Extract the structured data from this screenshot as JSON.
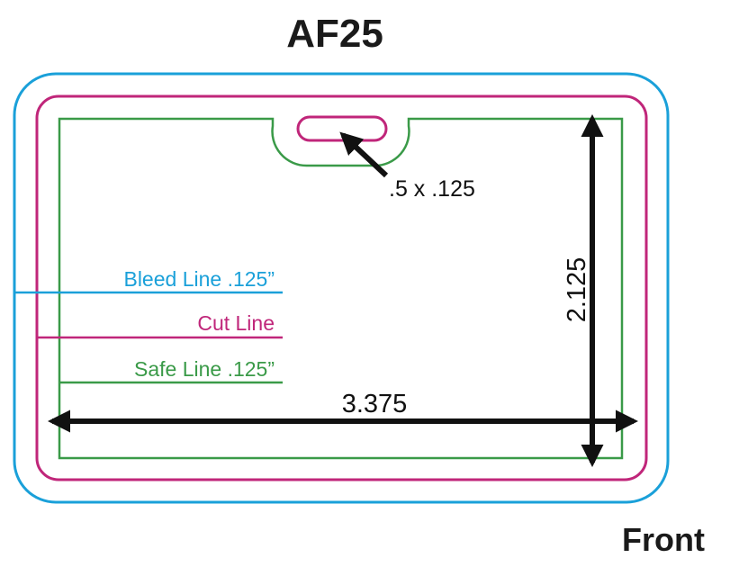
{
  "title": "AF25",
  "side_label": "Front",
  "slot_dimension": ".5 x .125",
  "height_dimension": "2.125",
  "width_dimension": "3.375",
  "guide_lines": {
    "bleed": {
      "label": "Bleed Line .125”",
      "color": "#1aa0d9"
    },
    "cut": {
      "label": "Cut Line",
      "color": "#c0267a"
    },
    "safe": {
      "label": "Safe Line .125”",
      "color": "#3a9a48"
    }
  },
  "arrow_color": "#111111"
}
